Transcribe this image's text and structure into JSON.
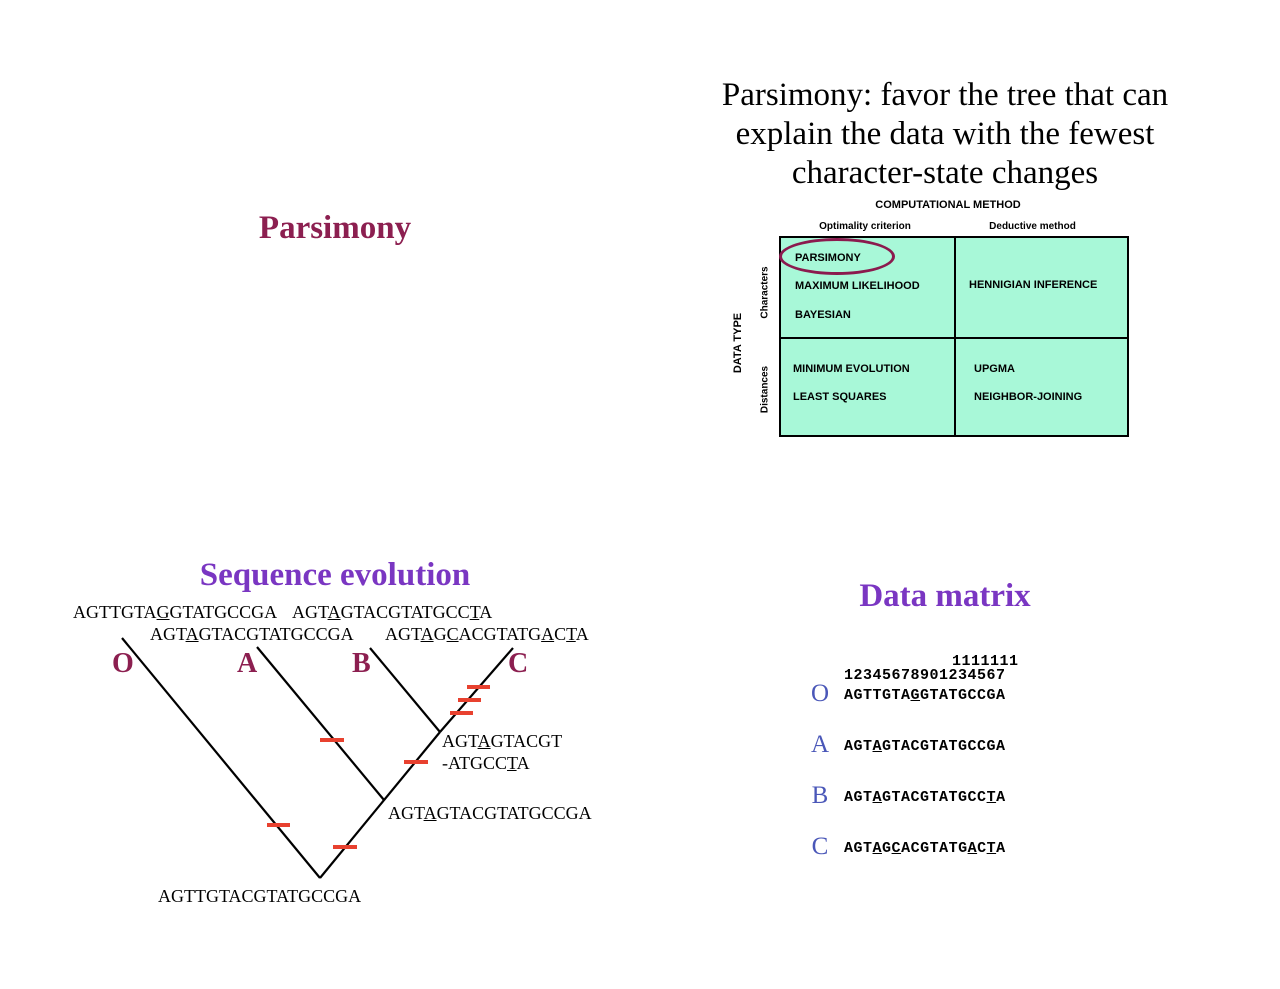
{
  "panel_titles": {
    "parsimony": "Parsimony",
    "sequence_evolution": "Sequence evolution",
    "data_matrix": "Data matrix"
  },
  "headline": {
    "line1": "Parsimony: favor the tree that can",
    "line2": "explain the data with the fewest",
    "line3": "character-state changes"
  },
  "method_table": {
    "title": "COMPUTATIONAL METHOD",
    "col_optimality": "Optimality criterion",
    "col_deductive": "Deductive method",
    "data_type": "DATA TYPE",
    "row_characters": "Characters",
    "row_distances": "Distances",
    "cells": {
      "char_opt": [
        "PARSIMONY",
        "MAXIMUM LIKELIHOOD",
        "BAYESIAN"
      ],
      "char_ded": [
        "HENNIGIAN INFERENCE"
      ],
      "dist_opt": [
        "MINIMUM EVOLUTION",
        "LEAST SQUARES"
      ],
      "dist_ded": [
        "UPGMA",
        "NEIGHBOR-JOINING"
      ]
    },
    "highlight_color": "#8b1a4e",
    "cell_color": "#a8f8d8"
  },
  "tree": {
    "taxa": [
      "O",
      "A",
      "B",
      "C"
    ],
    "sequences": {
      "O": [
        "AGTTGTA",
        "G",
        "GTATGCCGA"
      ],
      "A": [
        "AGT",
        "A",
        "GTACGTATGCCGA"
      ],
      "B": [
        "AGT",
        "A",
        "GTACGTATGCC",
        "T",
        "A"
      ],
      "C": [
        "AGT",
        "A",
        "G",
        "C",
        "ACGTATG",
        "A",
        "C",
        "T",
        "A"
      ],
      "node_bc_1": [
        "AGT",
        "A",
        "GTACGT"
      ],
      "node_bc_2": [
        "-ATGCC",
        "T",
        "A"
      ],
      "node_abc": [
        "AGT",
        "A",
        "GTACGTATGCCGA"
      ],
      "root": "AGTTGTACGTATGCCGA"
    },
    "change_mark_color": "#e8412f",
    "taxon_color": "#8c1f50"
  },
  "data_matrix": {
    "index_tens": "1111111",
    "index_units": "12345678901234567",
    "rows": [
      {
        "label": "O",
        "seq": [
          "AGTTGTA",
          "G",
          "GTATGCCGA"
        ]
      },
      {
        "label": "A",
        "seq": [
          "AGT",
          "A",
          "GTACGTATGCCGA"
        ]
      },
      {
        "label": "B",
        "seq": [
          "AGT",
          "A",
          "GTACGTATGCC",
          "T",
          "A"
        ]
      },
      {
        "label": "C",
        "seq": [
          "AGT",
          "A",
          "G",
          "C",
          "ACGTATG",
          "A",
          "C",
          "T",
          "A"
        ]
      }
    ],
    "label_color": "#4a57b8"
  }
}
